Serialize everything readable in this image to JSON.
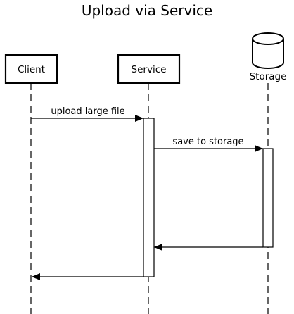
{
  "diagram": {
    "title": "Upload via Service",
    "participants": {
      "client": {
        "label": "Client",
        "kind": "box"
      },
      "service": {
        "label": "Service",
        "kind": "box"
      },
      "storage": {
        "label": "Storage",
        "kind": "database"
      }
    },
    "messages": [
      {
        "from": "client",
        "to": "service",
        "label": "upload large file",
        "style": "solid"
      },
      {
        "from": "service",
        "to": "storage",
        "label": "save to storage",
        "style": "solid"
      },
      {
        "from": "storage",
        "to": "service",
        "label": "",
        "style": "solid"
      },
      {
        "from": "service",
        "to": "client",
        "label": "",
        "style": "solid"
      }
    ],
    "activations": [
      {
        "participant": "service",
        "from_message": 0,
        "to_message": 3
      },
      {
        "participant": "storage",
        "from_message": 1,
        "to_message": 2
      }
    ]
  }
}
